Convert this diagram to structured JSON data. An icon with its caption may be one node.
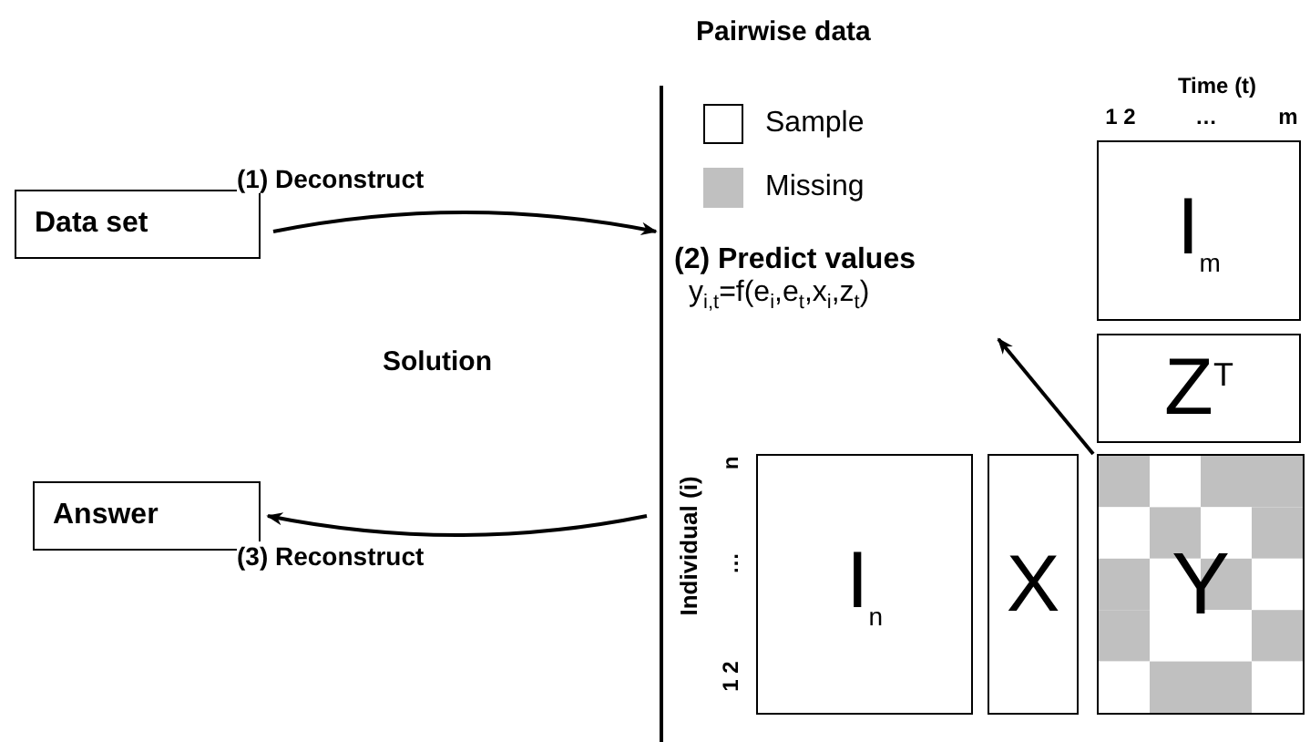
{
  "diagram": {
    "nodes": [
      {
        "text": [
          "Data set"
        ]
      },
      {
        "text": [
          "Answer"
        ]
      },
      {
        "text": [
          "Pairwise data"
        ]
      },
      {
        "text": [
          "(2) Predict values",
          "y$_{i,t}$=f(e$_{i}$,e$_{t}$,x$_{i}$,z$_{t}$)"
        ],
        "in": 2
      },
      {
        "text": [
          "I$_{m}$"
        ],
        "in": 2
      },
      {
        "text": [
          "Z$^{T}$"
        ],
        "in": 2
      },
      {
        "text": [
          "I$_{n}$"
        ],
        "in": 2
      },
      {
        "text": [
          "X"
        ],
        "in": 2
      },
      {
        "text": [
          "Y"
        ],
        "in": 2
      }
    ],
    "edges": [
      {
        "from": 0,
        "to": 2,
        "arrow": "to",
        "label": "(1) Deconstruct"
      },
      {
        "from": 2,
        "to": 1,
        "arrow": "to",
        "label": "(3) Reconstruct"
      },
      {
        "from": 8,
        "to": 3,
        "arrow": "to"
      }
    ],
    "labels": [
      "Solution",
      "Time (t)",
      "1 2",
      "…",
      "m",
      "Individual (i)",
      "1 2",
      "…",
      "n"
    ],
    "legend": [
      {
        "text": "Sample",
        "color": "#ffffff"
      },
      {
        "text": "Missing",
        "color": "#c0c0c0"
      }
    ]
  }
}
